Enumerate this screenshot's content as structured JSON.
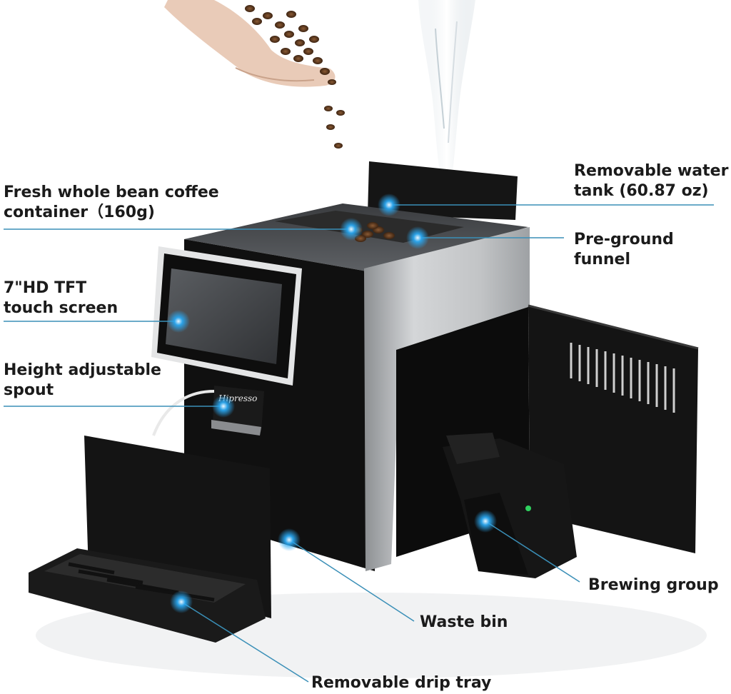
{
  "brand": "Hipresso",
  "colors": {
    "leader_line": "#3a8fb7",
    "hotspot": "#2aa7f0",
    "machine_body": "#111111",
    "machine_panel": "#b9bcbf",
    "label_text": "#1b1b1b"
  },
  "callouts": {
    "bean_container": {
      "line1": "Fresh whole bean coffee",
      "line2": "container（160g)"
    },
    "touch_screen": {
      "line1": "7\"HD TFT",
      "line2": "touch screen"
    },
    "spout": {
      "line1": "Height adjustable",
      "line2": "spout"
    },
    "water_tank": {
      "line1": "Removable water",
      "line2": "tank (60.87 oz)"
    },
    "funnel": {
      "line1": "Pre-ground",
      "line2": "funnel"
    },
    "brewing_group": {
      "line1": "Brewing group"
    },
    "waste_bin": {
      "line1": "Waste bin"
    },
    "drip_tray": {
      "line1": "Removable drip tray"
    }
  }
}
